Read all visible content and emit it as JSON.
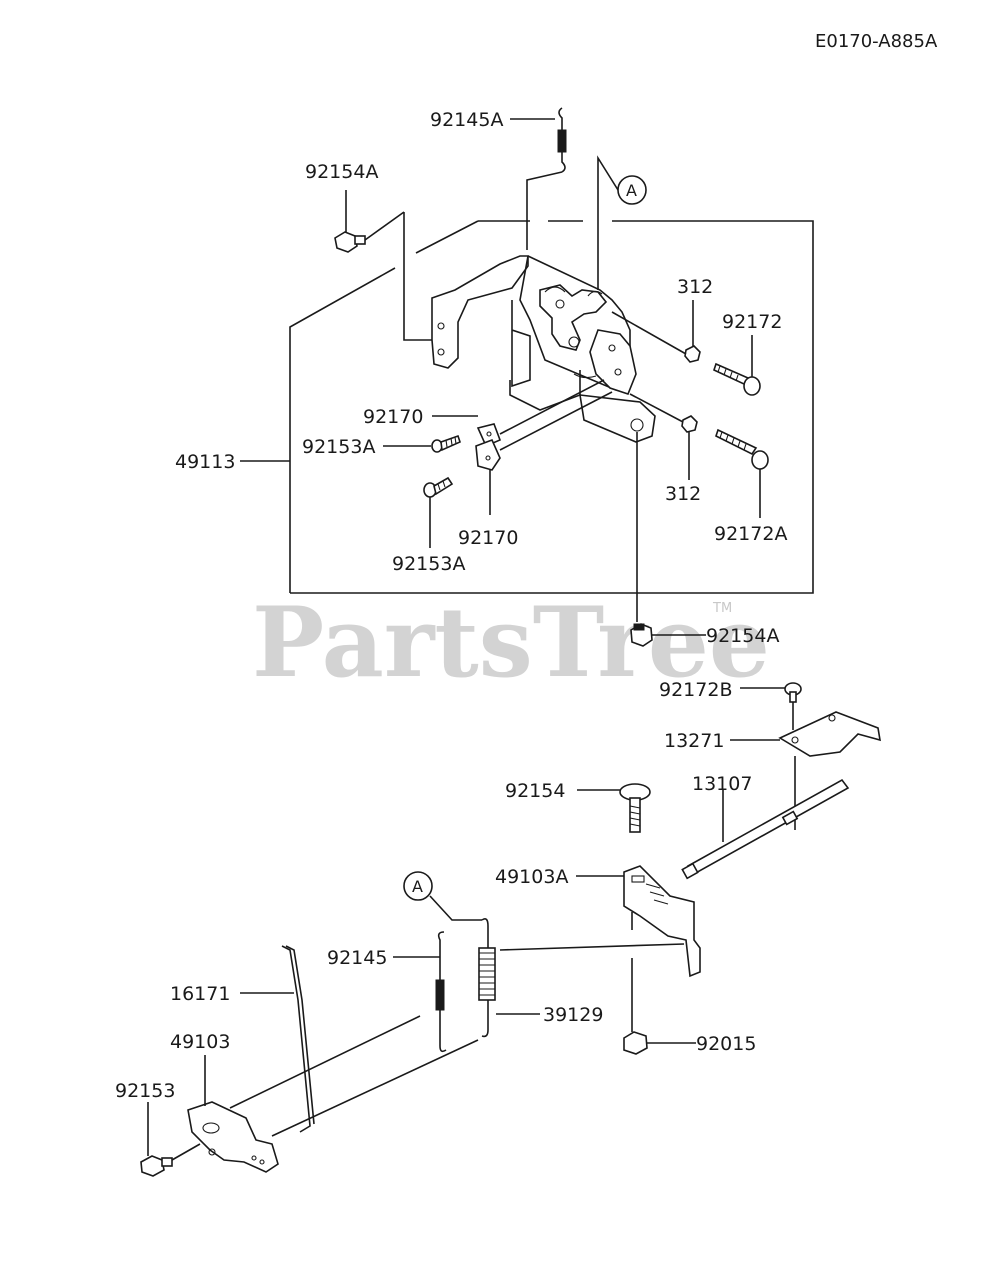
{
  "diagram": {
    "code": "E0170-A885A",
    "watermark": "PartsTree",
    "watermark_mark": "TM",
    "callouts": {
      "a_top": "A",
      "a_bottom": "A"
    },
    "labels": {
      "p92145A": "92145A",
      "p92154A_top": "92154A",
      "p312_top": "312",
      "p92172": "92172",
      "p92170_top": "92170",
      "p92153A_left": "92153A",
      "p49113": "49113",
      "p312_bottom": "312",
      "p92172A": "92172A",
      "p92170_bottom": "92170",
      "p92153A_bottom": "92153A",
      "p92154A_bottom": "92154A",
      "p92172B": "92172B",
      "p13271": "13271",
      "p92154": "92154",
      "p13107": "13107",
      "p49103A": "49103A",
      "p92145": "92145",
      "p16171": "16171",
      "p39129": "39129",
      "p49103": "49103",
      "p92015": "92015",
      "p92153": "92153"
    }
  }
}
